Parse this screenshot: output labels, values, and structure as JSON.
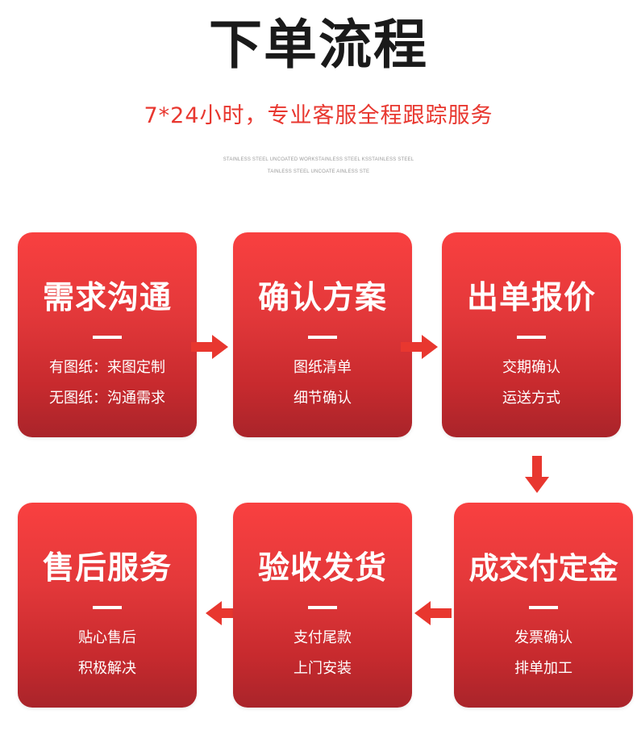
{
  "header": {
    "title": "下单流程",
    "subtitle": "7*24小时，专业客服全程跟踪服务",
    "fine_print_1": "STAINLESS STEEL UNCOATED WORKSTAINLESS STEEL KSSTAINLESS STEEL",
    "fine_print_2": "TAINLESS STEEL UNCOATE AINLESS STE"
  },
  "colors": {
    "accent": "#e8372f",
    "card_top": "#f94040",
    "card_bottom": "#a9242a",
    "arrow": "#e8372f",
    "title_text": "#1a1a1a"
  },
  "steps": [
    {
      "title": "需求沟通",
      "line1": "有图纸：来图定制",
      "line2": "无图纸：沟通需求"
    },
    {
      "title": "确认方案",
      "line1": "图纸清单",
      "line2": "细节确认"
    },
    {
      "title": "出单报价",
      "line1": "交期确认",
      "line2": "运送方式"
    },
    {
      "title": "成交付定金",
      "line1": "发票确认",
      "line2": "排单加工"
    },
    {
      "title": "验收发货",
      "line1": "支付尾款",
      "line2": "上门安装"
    },
    {
      "title": "售后服务",
      "line1": "贴心售后",
      "line2": "积极解决"
    }
  ],
  "arrows": [
    {
      "icon": "arrow-right-icon"
    },
    {
      "icon": "arrow-right-icon"
    },
    {
      "icon": "arrow-down-icon"
    },
    {
      "icon": "arrow-left-icon"
    },
    {
      "icon": "arrow-left-icon"
    }
  ]
}
